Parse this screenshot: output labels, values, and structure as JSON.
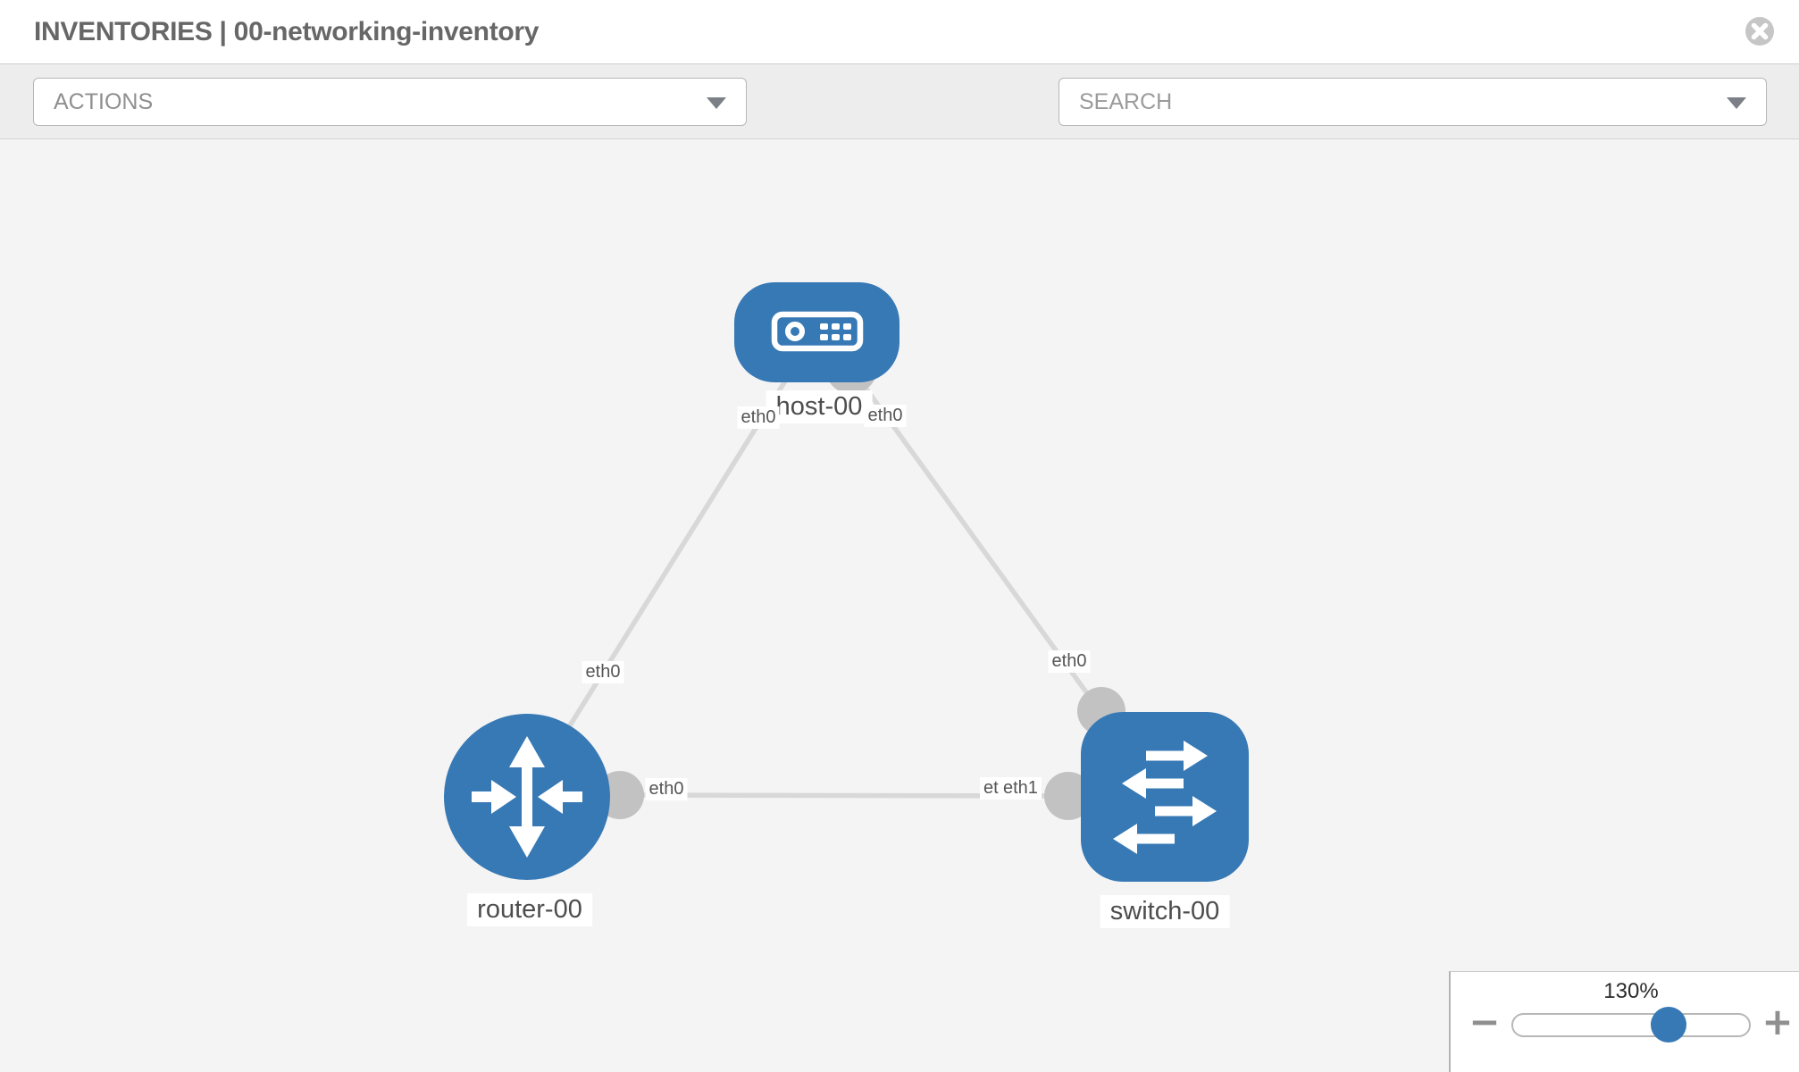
{
  "header": {
    "title": "INVENTORIES | 00-networking-inventory"
  },
  "toolbar": {
    "actions_label": "ACTIONS",
    "search_placeholder": "SEARCH",
    "icons": [
      "wrench-icon",
      "key-icon"
    ]
  },
  "topology": {
    "nodes": [
      {
        "label": "host-00",
        "type": "host"
      },
      {
        "label": "router-00",
        "type": "router"
      },
      {
        "label": "switch-00",
        "type": "switch"
      }
    ],
    "links": [
      {
        "from": "host-00",
        "from_iface": "eth0",
        "to": "router-00",
        "to_iface": "eth0"
      },
      {
        "from": "host-00",
        "from_iface": "eth0",
        "to": "switch-00",
        "to_iface": "eth0"
      },
      {
        "from": "router-00",
        "from_iface": "eth0",
        "to": "switch-00",
        "to_iface": "eth1"
      }
    ],
    "iface_labels": [
      {
        "text": "eth0"
      },
      {
        "text": "eth0"
      },
      {
        "text": "eth0"
      },
      {
        "text": "eth0"
      },
      {
        "text": "eth0"
      },
      {
        "text": "eth0"
      },
      {
        "text": "eth1"
      }
    ]
  },
  "zoom_control": {
    "value": "130%",
    "minus": "−",
    "plus": "+"
  },
  "colors": {
    "node_blue": "#3779b5",
    "edge_gray": "#d8d8d8",
    "port_gray": "#c2c2c2",
    "canvas_bg": "#f5f4f4",
    "toolbar_bg": "#ededed"
  }
}
